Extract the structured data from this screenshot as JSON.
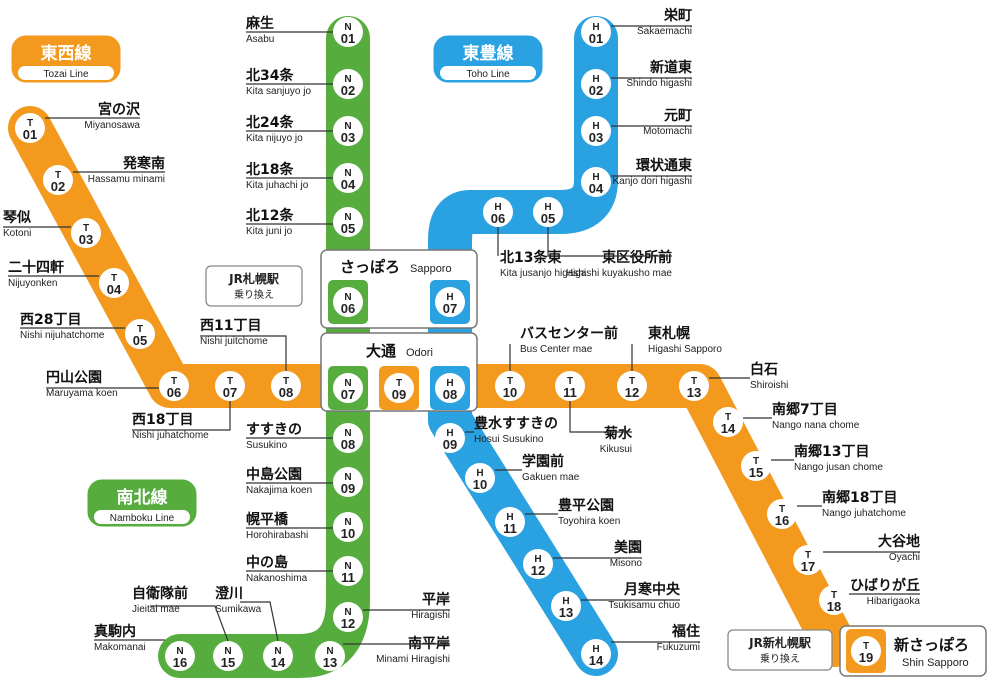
{
  "colors": {
    "tozai": "#f39a1e",
    "namboku": "#56ad3e",
    "toho": "#2aa1e0"
  },
  "lines": {
    "tozai": {
      "name_jp": "東西線",
      "name_en": "Tozai Line"
    },
    "namboku": {
      "name_jp": "南北線",
      "name_en": "Namboku Line"
    },
    "toho": {
      "name_jp": "東豊線",
      "name_en": "Toho Line"
    }
  },
  "hubs": {
    "sapporo": {
      "name_jp": "さっぽろ",
      "name_en": "Sapporo",
      "codes": [
        {
          "letter": "N",
          "number": "06"
        },
        {
          "letter": "H",
          "number": "07"
        }
      ]
    },
    "odori": {
      "name_jp": "大通",
      "name_en": "Odori",
      "codes": [
        {
          "letter": "N",
          "number": "07"
        },
        {
          "letter": "T",
          "number": "09"
        },
        {
          "letter": "H",
          "number": "08"
        }
      ]
    },
    "shin_sapporo": {
      "name_jp": "新さっぽろ",
      "name_en": "Shin Sapporo",
      "code": {
        "letter": "T",
        "number": "19"
      }
    }
  },
  "transfers": {
    "jr_sapporo": {
      "line1": "JR札幌駅",
      "line2": "乗り換え"
    },
    "jr_shin_sapporo": {
      "line1": "JR新札幌駅",
      "line2": "乗り換え"
    }
  },
  "stations": {
    "namboku": [
      {
        "letter": "N",
        "number": "01",
        "name_jp": "麻生",
        "name_en": "Asabu"
      },
      {
        "letter": "N",
        "number": "02",
        "name_jp": "北34条",
        "name_en": "Kita sanjuyo jo"
      },
      {
        "letter": "N",
        "number": "03",
        "name_jp": "北24条",
        "name_en": "Kita nijuyo jo"
      },
      {
        "letter": "N",
        "number": "04",
        "name_jp": "北18条",
        "name_en": "Kita juhachi jo"
      },
      {
        "letter": "N",
        "number": "05",
        "name_jp": "北12条",
        "name_en": "Kita juni jo"
      },
      {
        "letter": "N",
        "number": "08",
        "name_jp": "すすきの",
        "name_en": "Susukino"
      },
      {
        "letter": "N",
        "number": "09",
        "name_jp": "中島公園",
        "name_en": "Nakajima koen"
      },
      {
        "letter": "N",
        "number": "10",
        "name_jp": "幌平橋",
        "name_en": "Horohirabashi"
      },
      {
        "letter": "N",
        "number": "11",
        "name_jp": "中の島",
        "name_en": "Nakanoshima"
      },
      {
        "letter": "N",
        "number": "12",
        "name_jp": "平岸",
        "name_en": "Hiragishi"
      },
      {
        "letter": "N",
        "number": "13",
        "name_jp": "南平岸",
        "name_en": "Minami Hiragishi"
      },
      {
        "letter": "N",
        "number": "14",
        "name_jp": "澄川",
        "name_en": "Sumikawa"
      },
      {
        "letter": "N",
        "number": "15",
        "name_jp": "自衛隊前",
        "name_en": "Jieitai mae"
      },
      {
        "letter": "N",
        "number": "16",
        "name_jp": "真駒内",
        "name_en": "Makomanai"
      }
    ],
    "tozai": [
      {
        "letter": "T",
        "number": "01",
        "name_jp": "宮の沢",
        "name_en": "Miyanosawa"
      },
      {
        "letter": "T",
        "number": "02",
        "name_jp": "発寒南",
        "name_en": "Hassamu minami"
      },
      {
        "letter": "T",
        "number": "03",
        "name_jp": "琴似",
        "name_en": "Kotoni"
      },
      {
        "letter": "T",
        "number": "04",
        "name_jp": "二十四軒",
        "name_en": "Nijuyonken"
      },
      {
        "letter": "T",
        "number": "05",
        "name_jp": "西28丁目",
        "name_en": "Nishi nijuhatchome"
      },
      {
        "letter": "T",
        "number": "06",
        "name_jp": "円山公園",
        "name_en": "Maruyama koen"
      },
      {
        "letter": "T",
        "number": "07",
        "name_jp": "西18丁目",
        "name_en": "Nishi juhatchome"
      },
      {
        "letter": "T",
        "number": "08",
        "name_jp": "西11丁目",
        "name_en": "Nishi juitchome"
      },
      {
        "letter": "T",
        "number": "10",
        "name_jp": "バスセンター前",
        "name_en": "Bus Center mae"
      },
      {
        "letter": "T",
        "number": "11",
        "name_jp": "菊水",
        "name_en": "Kikusui"
      },
      {
        "letter": "T",
        "number": "12",
        "name_jp": "東札幌",
        "name_en": "Higashi Sapporo"
      },
      {
        "letter": "T",
        "number": "13",
        "name_jp": "白石",
        "name_en": "Shiroishi"
      },
      {
        "letter": "T",
        "number": "14",
        "name_jp": "南郷7丁目",
        "name_en": "Nango nana chome"
      },
      {
        "letter": "T",
        "number": "15",
        "name_jp": "南郷13丁目",
        "name_en": "Nango jusan chome"
      },
      {
        "letter": "T",
        "number": "16",
        "name_jp": "南郷18丁目",
        "name_en": "Nango juhatchome"
      },
      {
        "letter": "T",
        "number": "17",
        "name_jp": "大谷地",
        "name_en": "Oyachi"
      },
      {
        "letter": "T",
        "number": "18",
        "name_jp": "ひばりが丘",
        "name_en": "Hibarigaoka"
      }
    ],
    "toho": [
      {
        "letter": "H",
        "number": "01",
        "name_jp": "栄町",
        "name_en": "Sakaemachi"
      },
      {
        "letter": "H",
        "number": "02",
        "name_jp": "新道東",
        "name_en": "Shindo higashi"
      },
      {
        "letter": "H",
        "number": "03",
        "name_jp": "元町",
        "name_en": "Motomachi"
      },
      {
        "letter": "H",
        "number": "04",
        "name_jp": "環状通東",
        "name_en": "Kanjo dori higashi"
      },
      {
        "letter": "H",
        "number": "05",
        "name_jp": "東区役所前",
        "name_en": "Higashi kuyakusho mae"
      },
      {
        "letter": "H",
        "number": "06",
        "name_jp": "北13条東",
        "name_en": "Kita jusanjo higashi"
      },
      {
        "letter": "H",
        "number": "09",
        "name_jp": "豊水すすきの",
        "name_en": "Hosui Susukino"
      },
      {
        "letter": "H",
        "number": "10",
        "name_jp": "学園前",
        "name_en": "Gakuen mae"
      },
      {
        "letter": "H",
        "number": "11",
        "name_jp": "豊平公園",
        "name_en": "Toyohira koen"
      },
      {
        "letter": "H",
        "number": "12",
        "name_jp": "美園",
        "name_en": "Misono"
      },
      {
        "letter": "H",
        "number": "13",
        "name_jp": "月寒中央",
        "name_en": "Tsukisamu chuo"
      },
      {
        "letter": "H",
        "number": "14",
        "name_jp": "福住",
        "name_en": "Fukuzumi"
      }
    ]
  }
}
